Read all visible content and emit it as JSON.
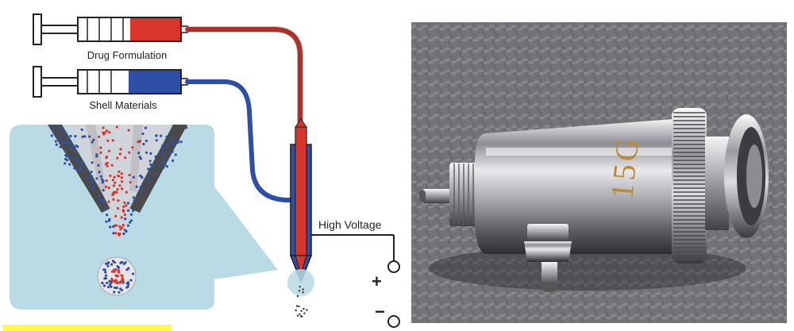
{
  "diagram": {
    "labels": {
      "drug": "Drug Formulation",
      "shell": "Shell Materials",
      "voltage": "High Voltage",
      "plus": "+",
      "minus": "−"
    },
    "colors": {
      "drug_fluid": "#d9352b",
      "shell_fluid": "#2f4fa6",
      "inset_bg": "#b9dbe6",
      "highlight": "#fff94a"
    }
  },
  "photo": {
    "engraving": "15G",
    "colors": {
      "background": "#7f7f82",
      "metal": "#b9b9bd"
    }
  }
}
